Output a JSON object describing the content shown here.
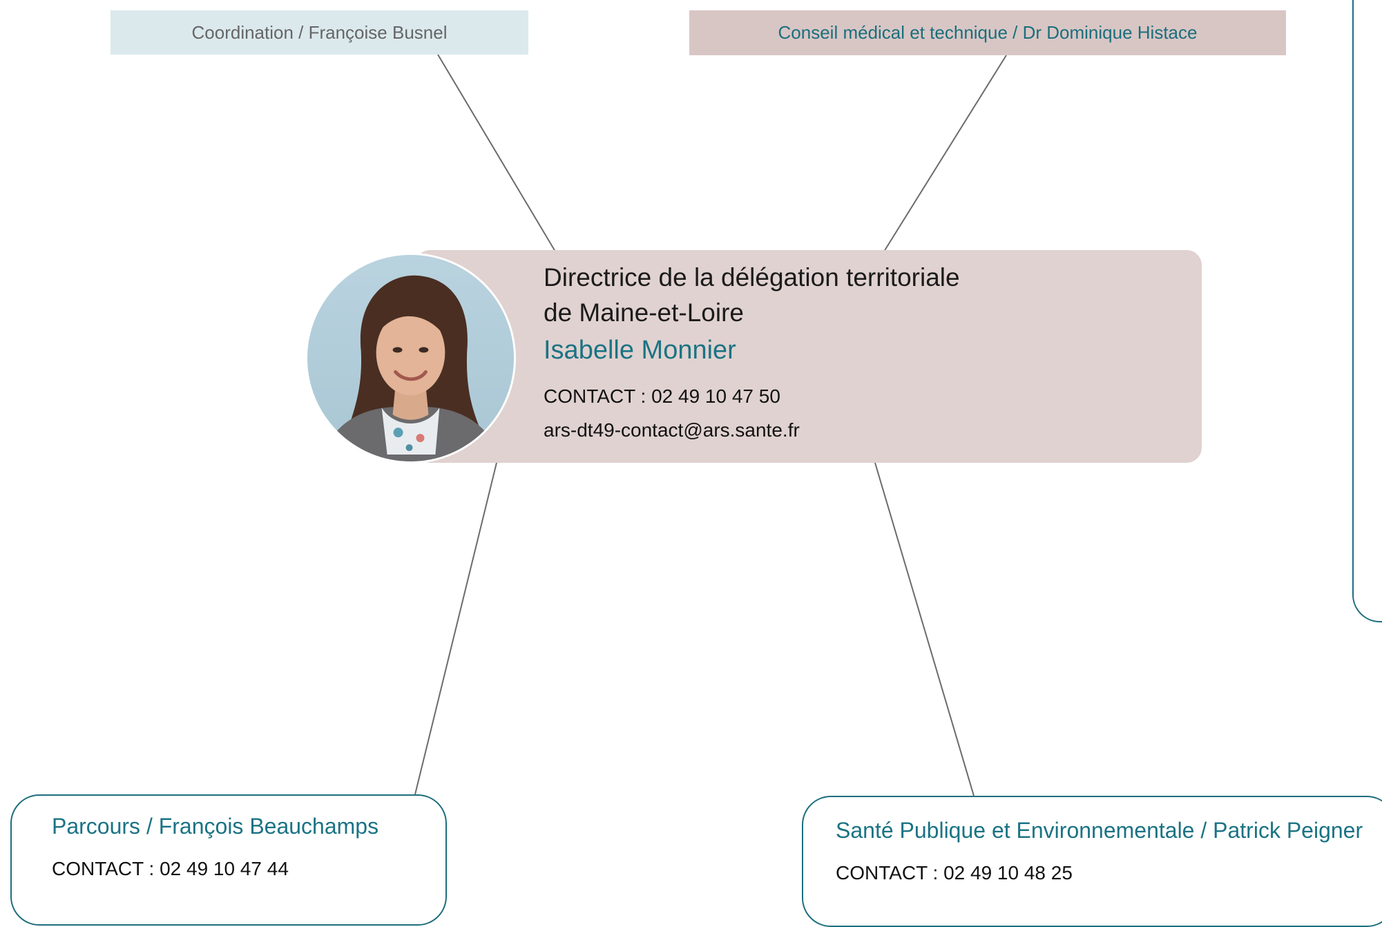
{
  "top": {
    "coordination": "Coordination / Françoise Busnel",
    "conseil": "Conseil médical et technique / Dr Dominique Histace"
  },
  "center": {
    "title_line1": "Directrice de la délégation territoriale",
    "title_line2": "de Maine-et-Loire",
    "name": "Isabelle Monnier",
    "phone": "CONTACT : 02 49 10 47 50",
    "email": "ars-dt49-contact@ars.sante.fr"
  },
  "bottom": {
    "parcours": {
      "title": "Parcours /  François Beauchamps",
      "contact": "CONTACT : 02 49 10 47 44"
    },
    "sante": {
      "title": "Santé Publique et Environnementale / Patrick Peigner",
      "contact": "CONTACT :  02 49 10 48 25"
    }
  },
  "colors": {
    "teal": "#1b7384",
    "coordination_bg": "#dbe9ed",
    "conseil_bg": "#d8c6c5",
    "center_bg": "#e0d2d0",
    "connector": "#6b6b6b"
  }
}
